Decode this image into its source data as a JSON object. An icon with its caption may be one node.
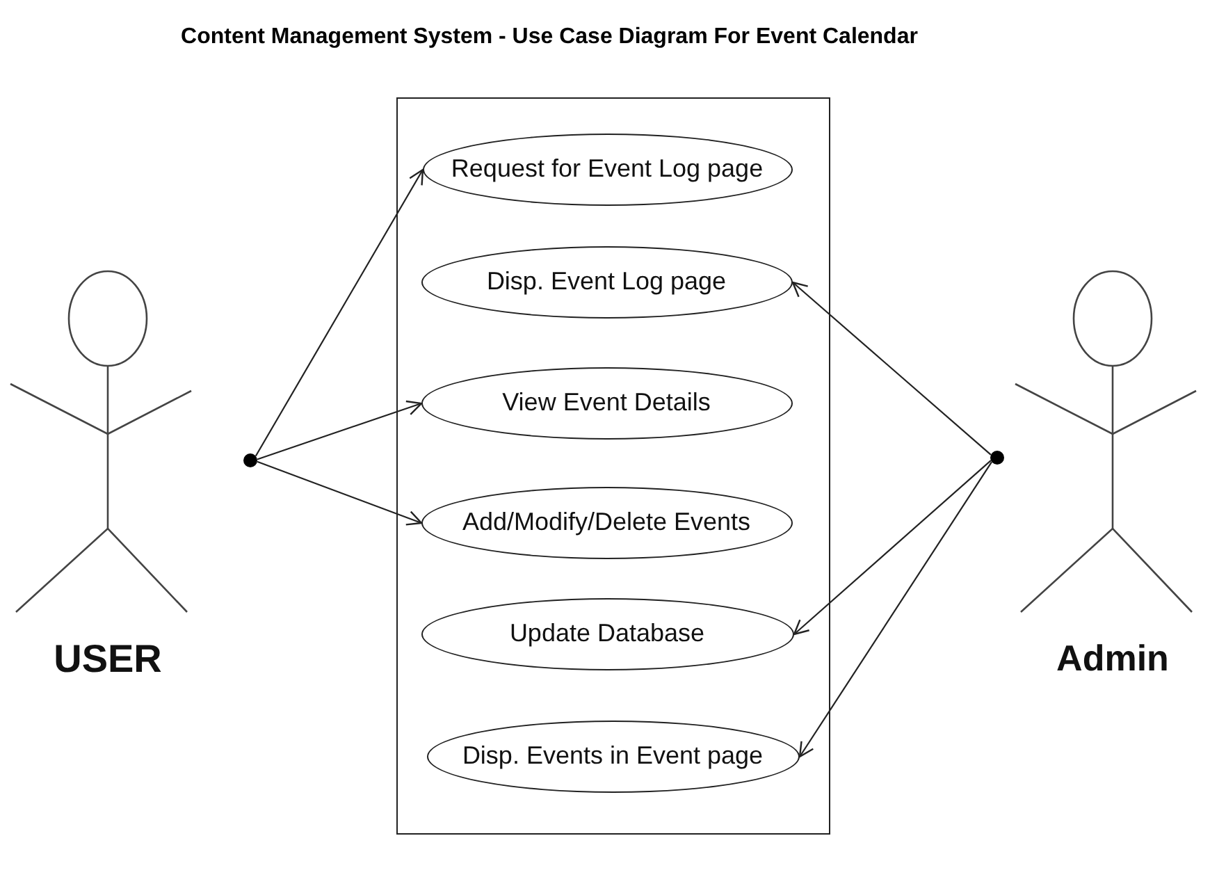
{
  "diagram": {
    "title": "Content Management System - Use Case Diagram For Event Calendar",
    "nodes": [
      {
        "text": [],
        "shape": "box"
      },
      {
        "text": [
          "Request for Event Log page"
        ],
        "in": 0
      },
      {
        "text": [
          "Disp. Event Log page"
        ],
        "in": 0
      },
      {
        "text": [
          "View Event Details"
        ],
        "in": 0
      },
      {
        "text": [
          "Add/Modify/Delete Events"
        ],
        "in": 0
      },
      {
        "text": [
          "Update Database"
        ],
        "in": 0
      },
      {
        "text": [
          "Disp. Events in Event page"
        ],
        "in": 0
      },
      {
        "text": [
          "USER"
        ]
      },
      {
        "text": [],
        "shape": "circle"
      },
      {
        "text": [],
        "shape": "circle"
      },
      {
        "text": [
          "Admin"
        ]
      }
    ],
    "edges": [
      {
        "from": 8,
        "to": 1,
        "arrow": "to"
      },
      {
        "from": 8,
        "to": 3,
        "arrow": "to"
      },
      {
        "from": 8,
        "to": 4,
        "arrow": "to"
      },
      {
        "from": 9,
        "to": 2,
        "arrow": "to"
      },
      {
        "from": 9,
        "to": 5,
        "arrow": "to"
      },
      {
        "from": 9,
        "to": 6,
        "arrow": "to"
      }
    ]
  }
}
